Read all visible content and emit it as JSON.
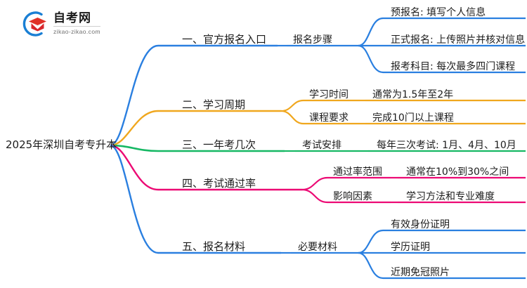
{
  "logo": {
    "name_cn": "自考网",
    "url": "zikao-zikao.com",
    "mark_icon": "graduation-cap-icon",
    "arc_color": "#1a7fd4",
    "cap_color": "#e03127"
  },
  "mindmap": {
    "root": {
      "label": "2025年深圳自考专升本"
    },
    "branches": [
      {
        "label": "一、官方报名入口",
        "color": "#2a7fe0",
        "children": [
          {
            "label": "报名步骤",
            "children": [
              {
                "label": "预报名: 填写个人信息"
              },
              {
                "label": "正式报名: 上传照片并核对信息"
              },
              {
                "label": "报考科目: 每次最多四门课程"
              }
            ]
          }
        ]
      },
      {
        "label": "二、学习周期",
        "color": "#f0a71e",
        "children": [
          {
            "label": "学习时间",
            "children": [
              {
                "label": "通常为1.5年至2年"
              }
            ]
          },
          {
            "label": "课程要求",
            "children": [
              {
                "label": "完成10门以上课程"
              }
            ]
          }
        ]
      },
      {
        "label": "三、一年考几次",
        "color": "#16b864",
        "children": [
          {
            "label": "考试安排",
            "children": [
              {
                "label": "每年三次考试: 1月、4月、10月"
              }
            ]
          }
        ]
      },
      {
        "label": "四、考试通过率",
        "color": "#ec0a74",
        "children": [
          {
            "label": "通过率范围",
            "children": [
              {
                "label": "通常在10%到30%之间"
              }
            ]
          },
          {
            "label": "影响因素",
            "children": [
              {
                "label": "学习方法和专业难度"
              }
            ]
          }
        ]
      },
      {
        "label": "五、报名材料",
        "color": "#2a7fe0",
        "children": [
          {
            "label": "必要材料",
            "children": [
              {
                "label": "有效身份证明"
              },
              {
                "label": "学历证明"
              },
              {
                "label": "近期免冠照片"
              }
            ]
          }
        ]
      }
    ]
  }
}
